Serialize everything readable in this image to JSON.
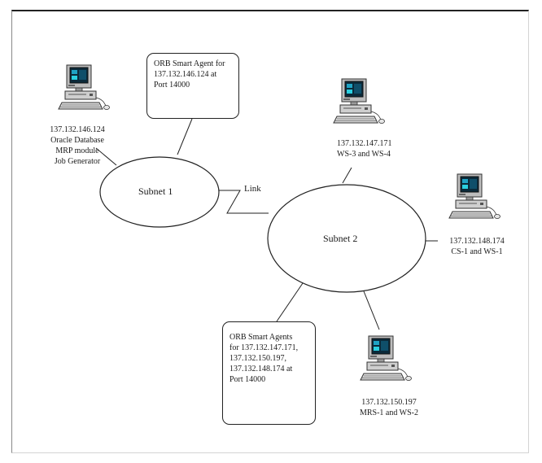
{
  "subnets": [
    {
      "id": "subnet-1",
      "label": "Subnet 1"
    },
    {
      "id": "subnet-2",
      "label": "Subnet 2"
    }
  ],
  "link": {
    "label": "Link"
  },
  "workstations": [
    {
      "id": "ws-left",
      "lines": [
        "137.132.146.124",
        "Oracle Database",
        "MRP module",
        "Job Generator"
      ]
    },
    {
      "id": "ws-top",
      "lines": [
        "137.132.147.171",
        "WS-3 and WS-4"
      ]
    },
    {
      "id": "ws-right",
      "lines": [
        "137.132.148.174",
        "CS-1 and WS-1"
      ]
    },
    {
      "id": "ws-bottom",
      "lines": [
        "137.132.150.197",
        "MRS-1 and WS-2"
      ]
    }
  ],
  "callouts": [
    {
      "id": "callout-subnet-1",
      "lines": [
        "ORB Smart Agent for",
        "137.132.146.124 at",
        "Port 14000"
      ]
    },
    {
      "id": "callout-subnet-2",
      "lines": [
        "ORB Smart Agents",
        "for 137.132.147.171,",
        "137.132.150.197,",
        "137.132.148.174 at",
        "Port 14000"
      ]
    }
  ],
  "icons": [
    "computer-icon"
  ]
}
